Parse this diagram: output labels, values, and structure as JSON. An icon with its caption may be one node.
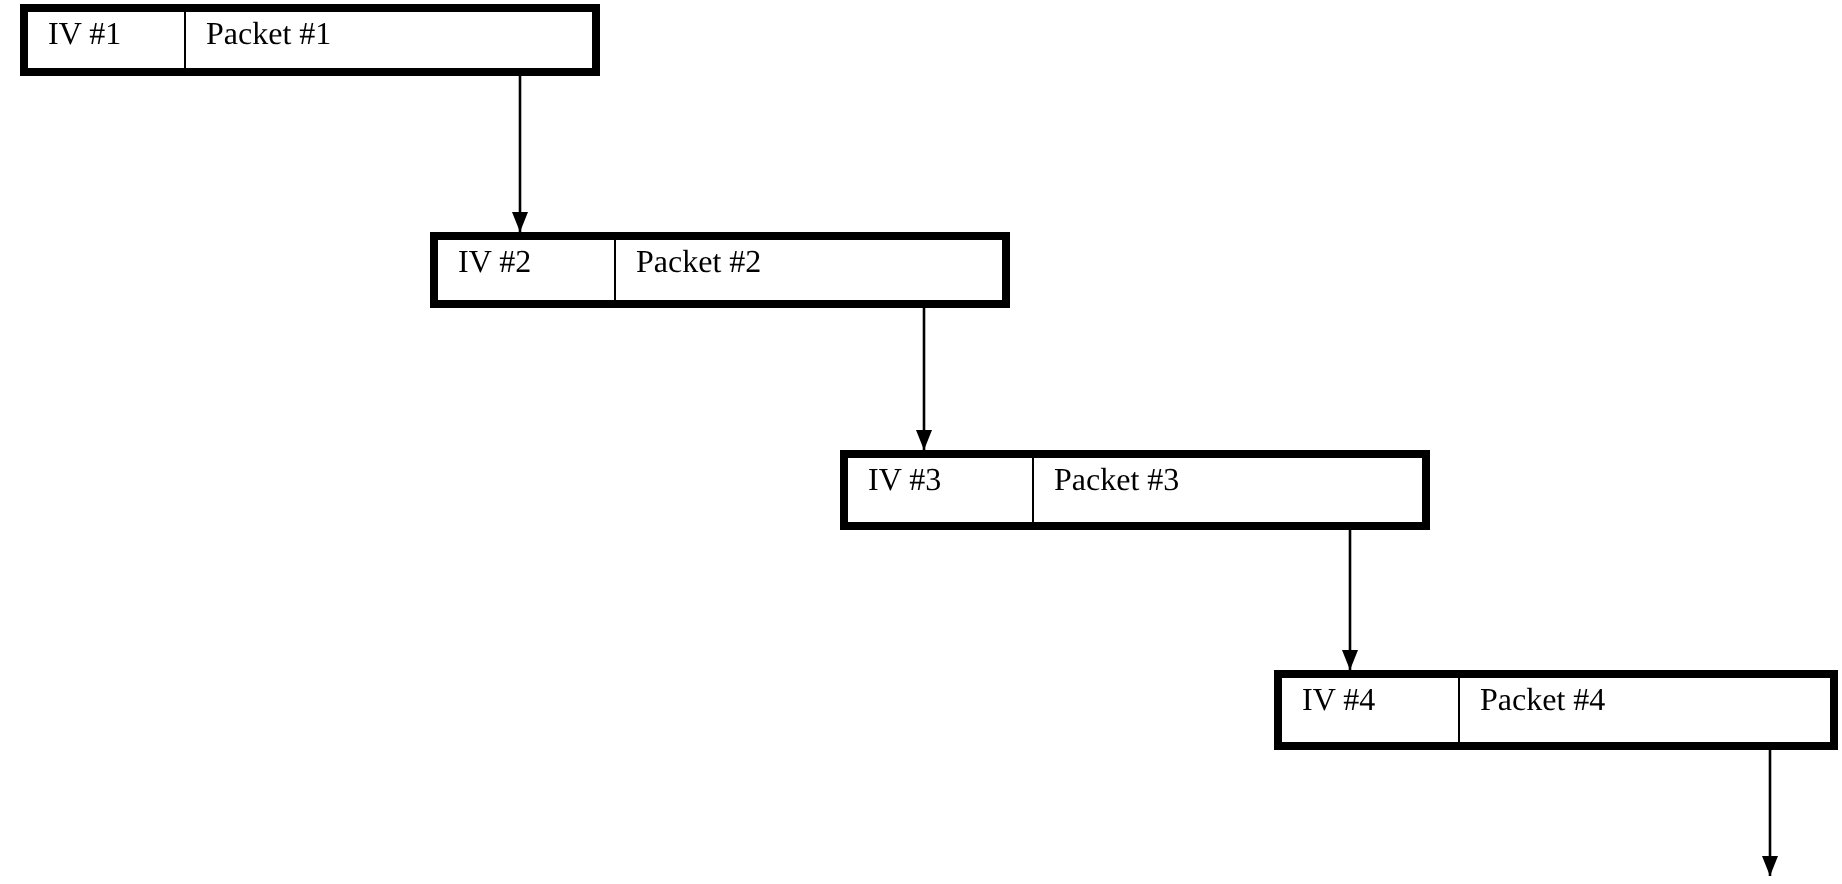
{
  "diagram": {
    "nodes": [
      {
        "text": [],
        "shape": "box"
      },
      {
        "text": [
          "IV #1"
        ],
        "in": 0
      },
      {
        "text": [
          "Packet #1"
        ],
        "in": 0
      },
      {
        "text": [],
        "shape": "box"
      },
      {
        "text": [
          "IV #2"
        ],
        "in": 3
      },
      {
        "text": [
          "Packet #2"
        ],
        "in": 3
      },
      {
        "text": [],
        "shape": "box"
      },
      {
        "text": [
          "IV #3"
        ],
        "in": 6
      },
      {
        "text": [
          "Packet #3"
        ],
        "in": 6
      },
      {
        "text": [],
        "shape": "box"
      },
      {
        "text": [
          "IV #4"
        ],
        "in": 9
      },
      {
        "text": [
          "Packet #4"
        ],
        "in": 9
      }
    ],
    "edges": [
      {
        "from": 2,
        "to": 4,
        "arrow": "to"
      },
      {
        "from": 5,
        "to": 7,
        "arrow": "to"
      },
      {
        "from": 8,
        "to": 10,
        "arrow": "to"
      },
      {
        "from": 11,
        "to": null,
        "arrow": "to"
      }
    ]
  }
}
